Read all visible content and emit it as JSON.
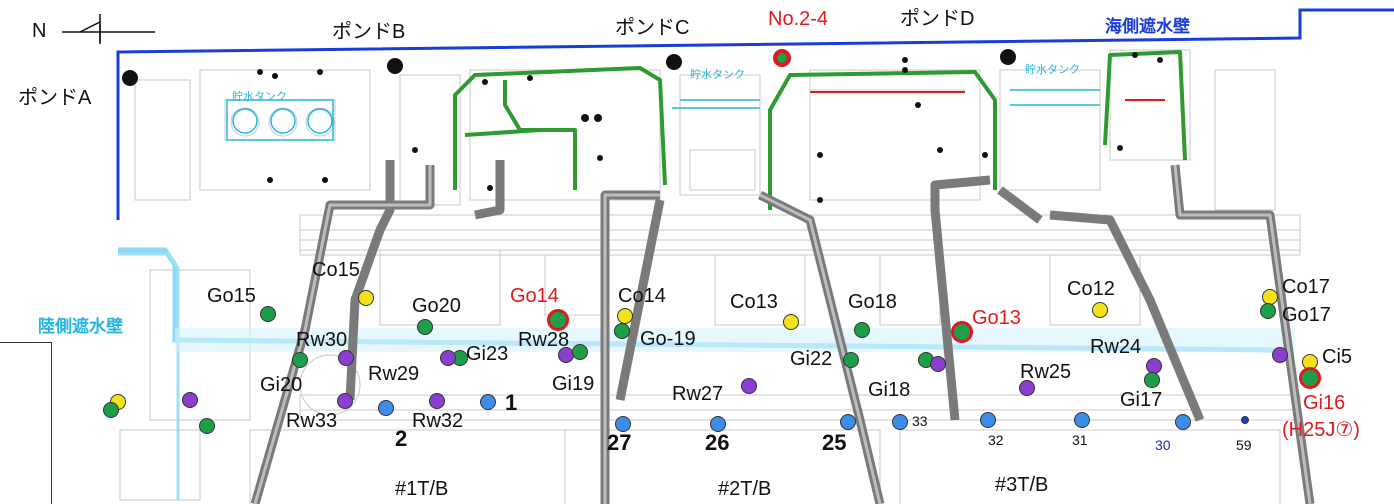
{
  "north_label": "N",
  "areas": {
    "pond_a": "ポンドA",
    "pond_b": "ポンドB",
    "pond_c": "ポンドC",
    "pond_d": "ポンドD",
    "no_2_4": "No.2-4",
    "sea_wall": "海側遮水壁",
    "land_wall": "陸側遮水壁",
    "tank_1": "貯水タンク",
    "tank_2": "貯水タンク",
    "tank_3": "貯水タンク"
  },
  "buildings": [
    "#1T/B",
    "#2T/B",
    "#3T/B"
  ],
  "wells": [
    {
      "id": "Go15",
      "label": "Go15",
      "color": "#1f9e4a"
    },
    {
      "id": "Co15",
      "label": "Co15",
      "color": "#f3e21a"
    },
    {
      "id": "Go20",
      "label": "Go20",
      "color": "#1f9e4a"
    },
    {
      "id": "Go14",
      "label": "Go14",
      "color": "#1f9e4a",
      "highlight": true
    },
    {
      "id": "Co14",
      "label": "Co14",
      "color": "#f3e21a"
    },
    {
      "id": "Co13",
      "label": "Co13",
      "color": "#f3e21a"
    },
    {
      "id": "Go18",
      "label": "Go18",
      "color": "#1f9e4a"
    },
    {
      "id": "Go13",
      "label": "Go13",
      "color": "#1f9e4a",
      "highlight": true
    },
    {
      "id": "Co12",
      "label": "Co12",
      "color": "#f3e21a"
    },
    {
      "id": "Co17",
      "label": "Co17",
      "color": "#f3e21a"
    },
    {
      "id": "Go17",
      "label": "Go17",
      "color": "#1f9e4a"
    },
    {
      "id": "Rw30",
      "label": "Rw30",
      "color": "#8a3fd0"
    },
    {
      "id": "Rw28",
      "label": "Rw28",
      "color": "#8a3fd0"
    },
    {
      "id": "Go-19",
      "label": "Go-19",
      "color": "#1f9e4a"
    },
    {
      "id": "Gi23",
      "label": "Gi23",
      "color": "#1f9e4a"
    },
    {
      "id": "Rw29",
      "label": "Rw29",
      "color": "#8a3fd0"
    },
    {
      "id": "Gi20",
      "label": "Gi20",
      "color": "#1f9e4a"
    },
    {
      "id": "Gi19",
      "label": "Gi19",
      "color": "#1f9e4a"
    },
    {
      "id": "Gi22",
      "label": "Gi22",
      "color": "#1f9e4a"
    },
    {
      "id": "Rw27",
      "label": "Rw27",
      "color": "#8a3fd0"
    },
    {
      "id": "Gi18",
      "label": "Gi18",
      "color": "#1f9e4a"
    },
    {
      "id": "Rw24",
      "label": "Rw24",
      "color": "#8a3fd0"
    },
    {
      "id": "Rw25",
      "label": "Rw25",
      "color": "#8a3fd0"
    },
    {
      "id": "Gi17",
      "label": "Gi17",
      "color": "#1f9e4a"
    },
    {
      "id": "Ci5",
      "label": "Ci5",
      "color": "#f3e21a"
    },
    {
      "id": "Gi16",
      "label": "Gi16",
      "color": "#1f9e4a",
      "highlight": true
    },
    {
      "id": "Rw33",
      "label": "Rw33",
      "color": "#8a3fd0"
    },
    {
      "id": "Rw32",
      "label": "Rw32",
      "color": "#8a3fd0"
    }
  ],
  "gi16_note": "(H25J⑦)",
  "numbers": [
    "1",
    "2",
    "27",
    "26",
    "25",
    "33",
    "32",
    "31",
    "30",
    "59"
  ],
  "colors": {
    "sea_wall": "#1a3cd8",
    "land_wall": "#7fd6f5",
    "pipeline": "#5a5a5a",
    "green_route": "#2f9a2f",
    "highlight": "#e0191e",
    "drain_point": "#3b8de8"
  }
}
